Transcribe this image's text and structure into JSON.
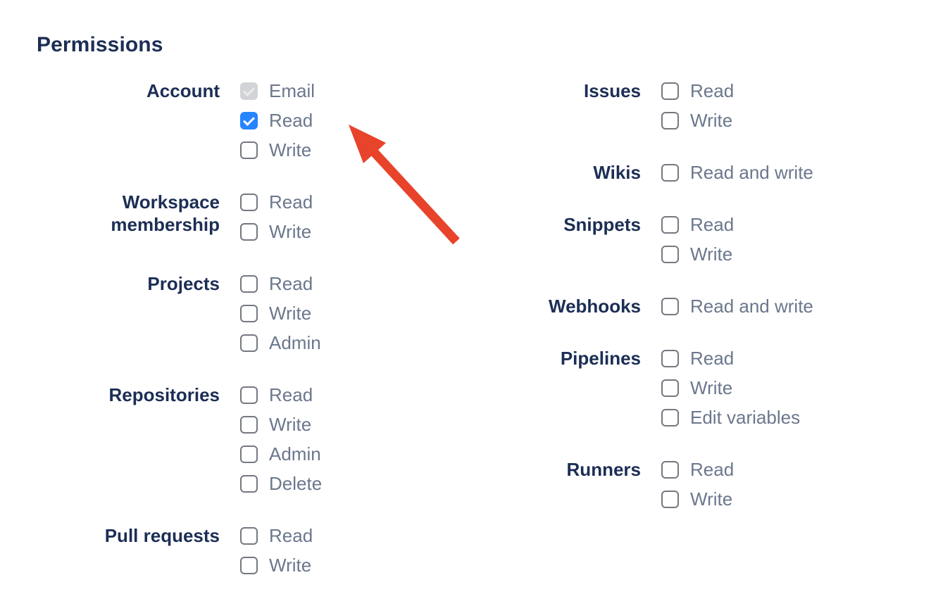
{
  "heading": "Permissions",
  "colors": {
    "heading_navy": "#1C2E55",
    "option_gray": "#6B778C",
    "checkbox_checked": "#2684FF",
    "checkbox_border": "#747880",
    "checkbox_disabled_bg": "#D2D3D6",
    "checkbox_disabled_check": "#E9EAEC",
    "arrow_red": "#E8432B"
  },
  "columns": [
    {
      "groups": [
        {
          "label": "Account",
          "options": [
            {
              "label": "Email",
              "state": "checked-disabled"
            },
            {
              "label": "Read",
              "state": "checked"
            },
            {
              "label": "Write",
              "state": "unchecked"
            }
          ]
        },
        {
          "label": "Workspace membership",
          "options": [
            {
              "label": "Read",
              "state": "unchecked"
            },
            {
              "label": "Write",
              "state": "unchecked"
            }
          ]
        },
        {
          "label": "Projects",
          "options": [
            {
              "label": "Read",
              "state": "unchecked"
            },
            {
              "label": "Write",
              "state": "unchecked"
            },
            {
              "label": "Admin",
              "state": "unchecked"
            }
          ]
        },
        {
          "label": "Repositories",
          "options": [
            {
              "label": "Read",
              "state": "unchecked"
            },
            {
              "label": "Write",
              "state": "unchecked"
            },
            {
              "label": "Admin",
              "state": "unchecked"
            },
            {
              "label": "Delete",
              "state": "unchecked"
            }
          ]
        },
        {
          "label": "Pull requests",
          "options": [
            {
              "label": "Read",
              "state": "unchecked"
            },
            {
              "label": "Write",
              "state": "unchecked"
            }
          ]
        }
      ]
    },
    {
      "groups": [
        {
          "label": "Issues",
          "options": [
            {
              "label": "Read",
              "state": "unchecked"
            },
            {
              "label": "Write",
              "state": "unchecked"
            }
          ]
        },
        {
          "label": "Wikis",
          "options": [
            {
              "label": "Read and write",
              "state": "unchecked"
            }
          ]
        },
        {
          "label": "Snippets",
          "options": [
            {
              "label": "Read",
              "state": "unchecked"
            },
            {
              "label": "Write",
              "state": "unchecked"
            }
          ]
        },
        {
          "label": "Webhooks",
          "options": [
            {
              "label": "Read and write",
              "state": "unchecked"
            }
          ]
        },
        {
          "label": "Pipelines",
          "options": [
            {
              "label": "Read",
              "state": "unchecked"
            },
            {
              "label": "Write",
              "state": "unchecked"
            },
            {
              "label": "Edit variables",
              "state": "unchecked"
            }
          ]
        },
        {
          "label": "Runners",
          "options": [
            {
              "label": "Read",
              "state": "unchecked"
            },
            {
              "label": "Write",
              "state": "unchecked"
            }
          ]
        }
      ]
    }
  ],
  "annotation_arrow": {
    "color": "#E8432B"
  }
}
